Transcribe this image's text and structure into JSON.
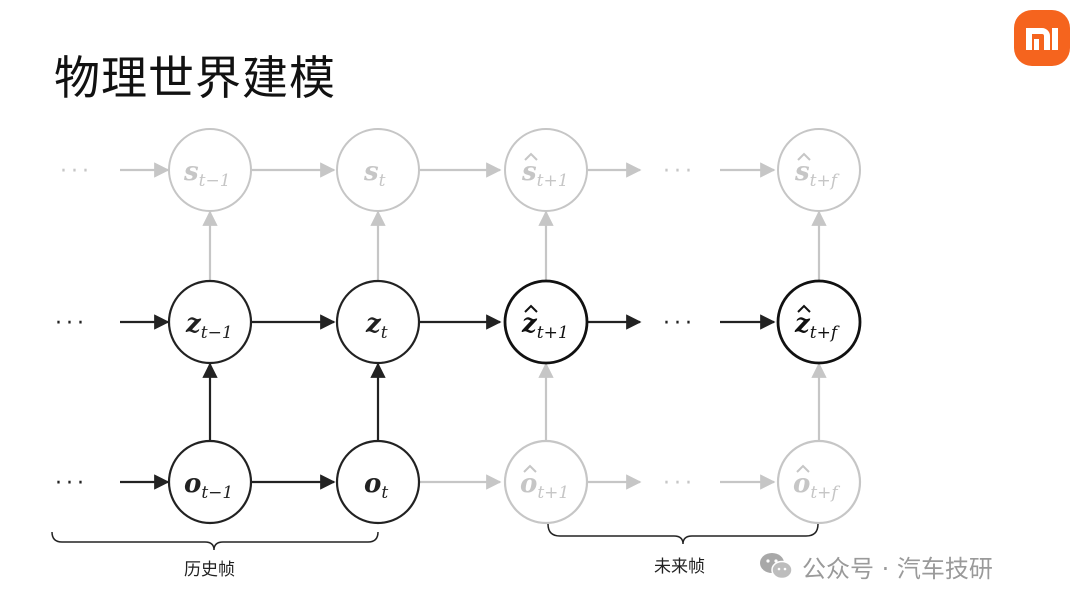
{
  "slide": {
    "title": "物理世界建模",
    "logo_text": "mi",
    "colors": {
      "accent": "#f5641e",
      "active": "#222222",
      "faded": "#c6c6c6"
    }
  },
  "diagram": {
    "ellipsis": "···",
    "rows": {
      "s": {
        "nodes": [
          {
            "base": "s",
            "hat": false,
            "sub": "t−1"
          },
          {
            "base": "s",
            "hat": false,
            "sub": "t"
          },
          {
            "base": "s",
            "hat": true,
            "sub": "t+1"
          },
          {
            "base": "s",
            "hat": true,
            "sub": "t+f"
          }
        ]
      },
      "z": {
        "nodes": [
          {
            "base": "z",
            "hat": false,
            "sub": "t−1"
          },
          {
            "base": "z",
            "hat": false,
            "sub": "t"
          },
          {
            "base": "z",
            "hat": true,
            "sub": "t+1"
          },
          {
            "base": "z",
            "hat": true,
            "sub": "t+f"
          }
        ]
      },
      "o": {
        "nodes": [
          {
            "base": "o",
            "hat": false,
            "sub": "t−1"
          },
          {
            "base": "o",
            "hat": false,
            "sub": "t"
          },
          {
            "base": "o",
            "hat": true,
            "sub": "t+1"
          },
          {
            "base": "o",
            "hat": true,
            "sub": "t+f"
          }
        ]
      }
    },
    "brackets": {
      "history": "历史帧",
      "future": "未来帧"
    }
  },
  "watermark": {
    "icon": "wechat-icon",
    "text": "公众号 · 汽车技研"
  }
}
